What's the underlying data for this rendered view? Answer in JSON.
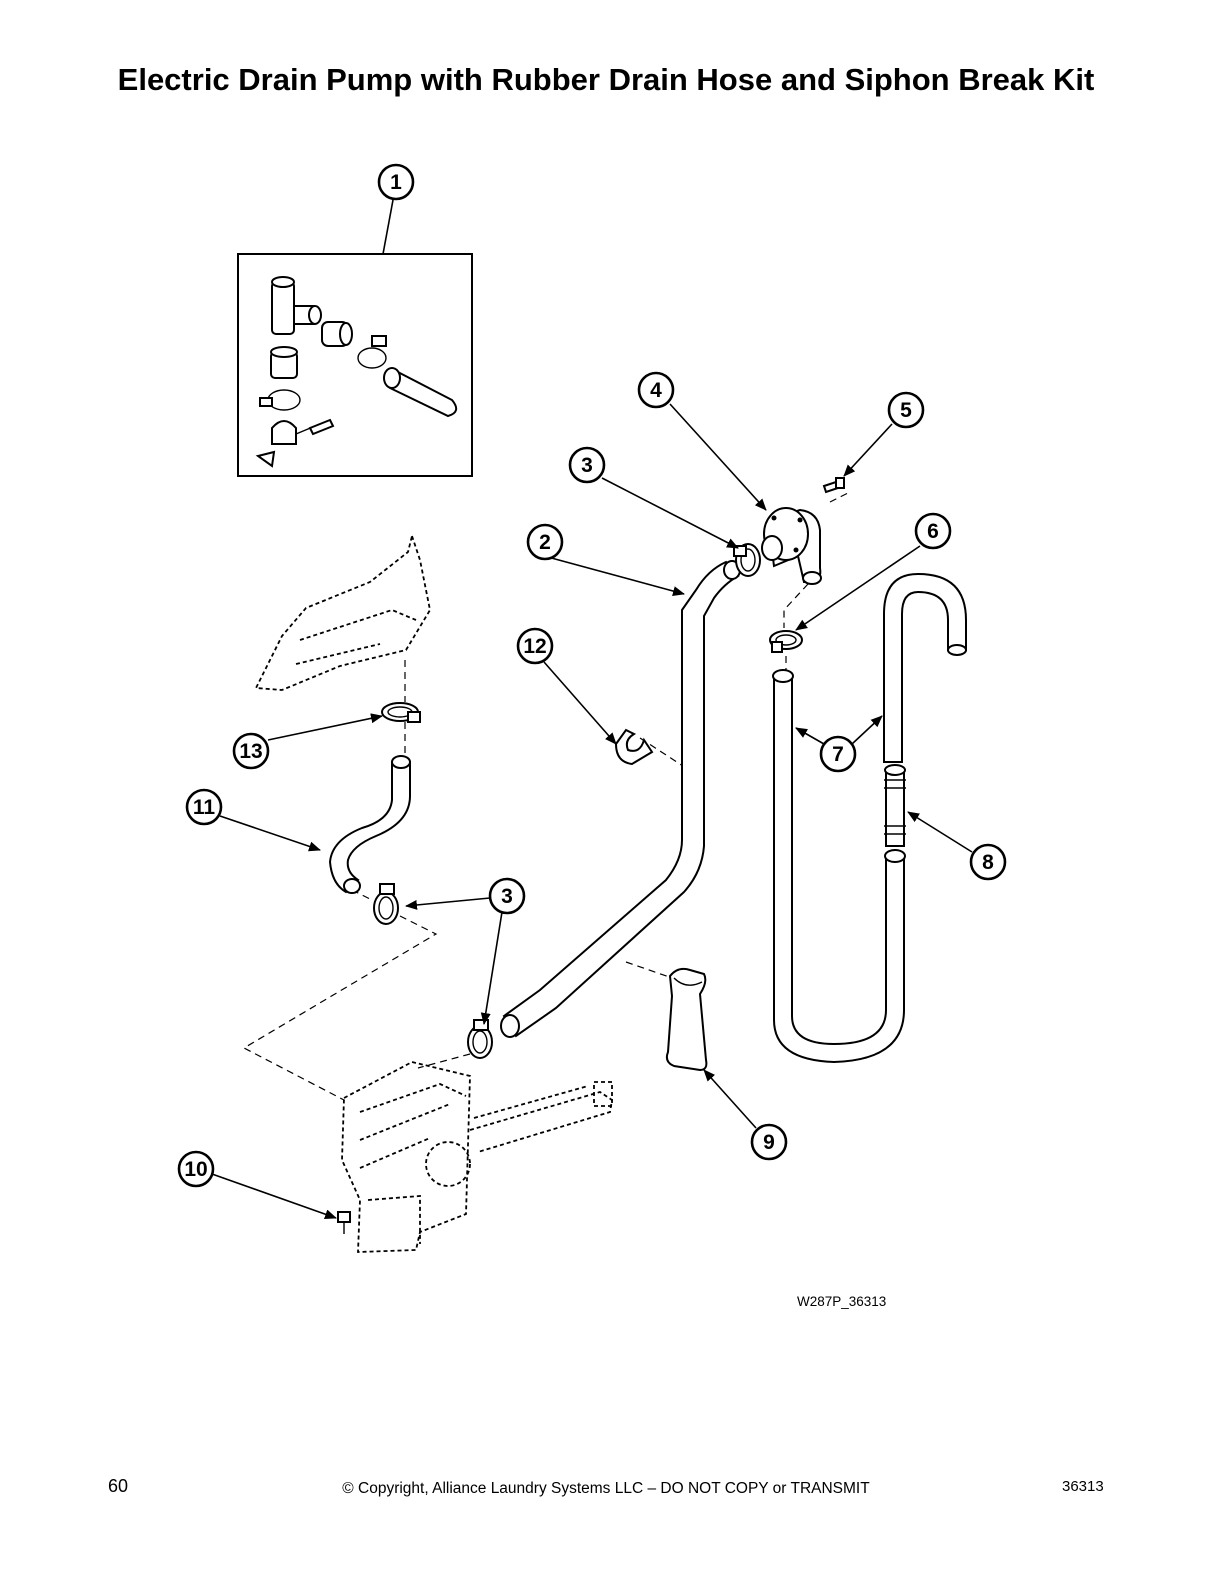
{
  "page": {
    "title": "Electric Drain Pump with Rubber Drain Hose and Siphon Break Kit",
    "drawing_id": "W287P_36313",
    "page_number": "60",
    "copyright": "© Copyright, Alliance Laundry Systems LLC – DO NOT COPY or TRANSMIT",
    "document_number": "36313"
  },
  "callouts": [
    "1",
    "2",
    "3",
    "4",
    "5",
    "6",
    "7",
    "8",
    "9",
    "10",
    "11",
    "12",
    "13"
  ]
}
